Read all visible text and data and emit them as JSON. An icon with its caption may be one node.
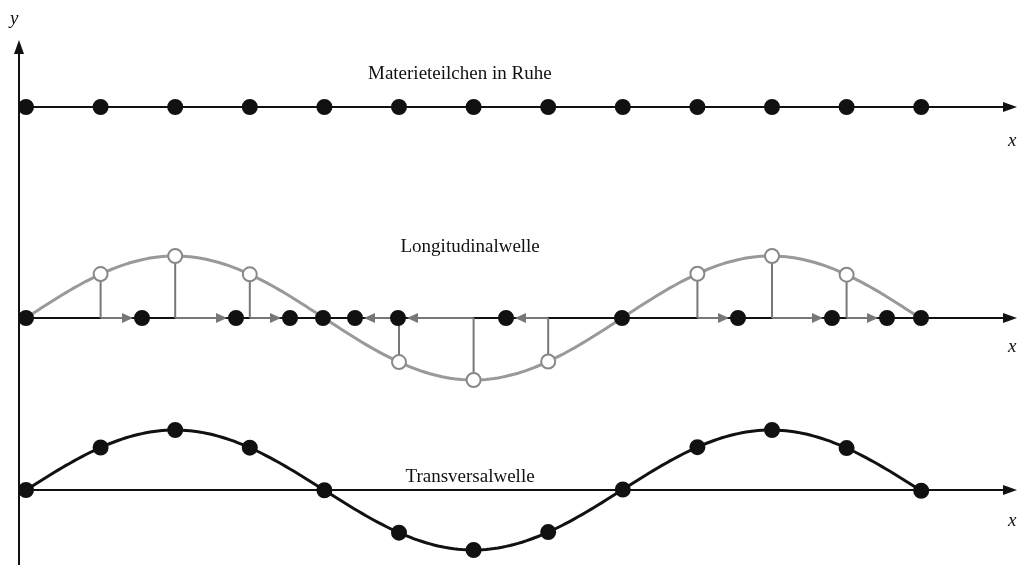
{
  "diagram": {
    "labels": [
      "y",
      "Materieteilchen in Ruhe",
      "x",
      "Longitudinalwelle",
      "x",
      "Transversalwelle",
      "x"
    ]
  }
}
